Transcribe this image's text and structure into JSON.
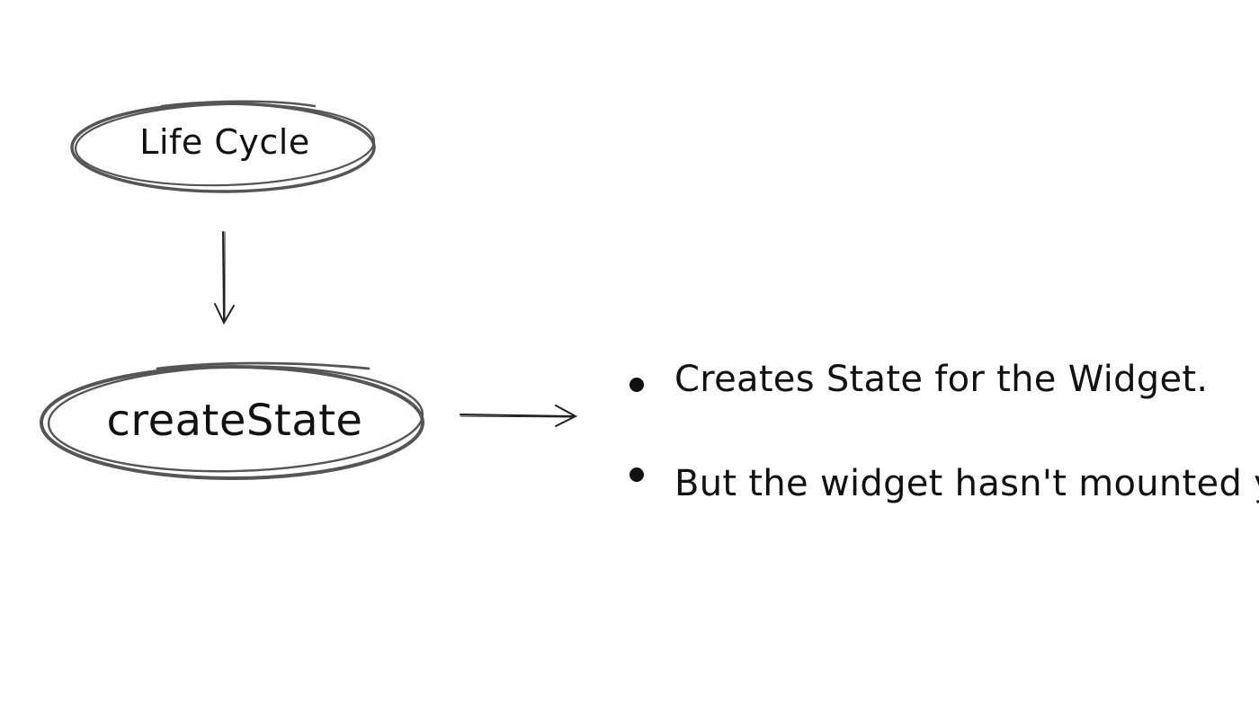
{
  "diagram": {
    "nodes": [
      {
        "id": "lifecycle",
        "label": "Life Cycle"
      },
      {
        "id": "createstate",
        "label": "createState"
      }
    ],
    "edges": [
      {
        "from": "lifecycle",
        "to": "createstate"
      },
      {
        "from": "createstate",
        "to": "notes"
      }
    ],
    "notes": [
      {
        "text": "Creates State for the Widget."
      },
      {
        "text": "But the widget hasn't mounted yet"
      }
    ]
  },
  "colors": {
    "stroke": "#555555",
    "text": "#111111",
    "background": "#ffffff"
  }
}
